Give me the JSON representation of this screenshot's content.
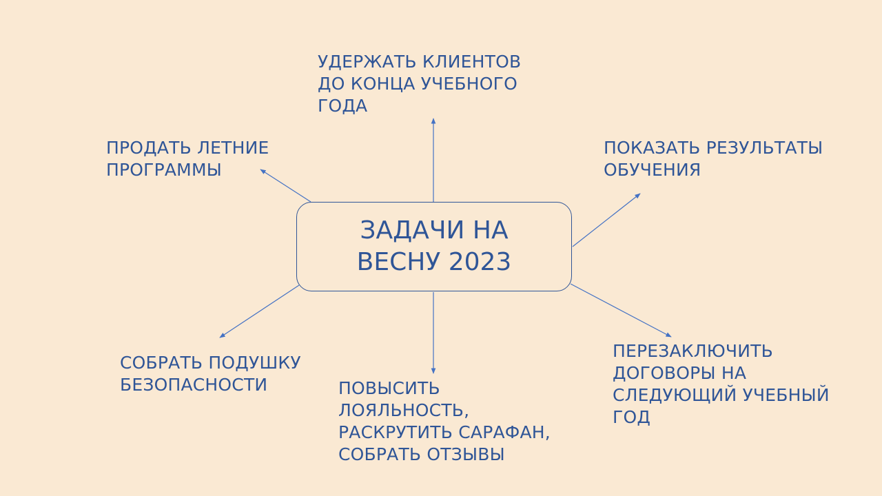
{
  "center": {
    "title": "ЗАДАЧИ НА\nВЕСНУ 2023"
  },
  "tasks": [
    {
      "text": "УДЕРЖАТЬ КЛИЕНТОВ\nДО КОНЦА УЧЕБНОГО\nГОДА"
    },
    {
      "text": "ПРОДАТЬ ЛЕТНИЕ\nПРОГРАММЫ"
    },
    {
      "text": "ПОКАЗАТЬ РЕЗУЛЬТАТЫ\nОБУЧЕНИЯ"
    },
    {
      "text": "СОБРАТЬ ПОДУШКУ\nБЕЗОПАСНОСТИ"
    },
    {
      "text": "ПОВЫСИТЬ\nЛОЯЛЬНОСТЬ,\nРАСКРУТИТЬ САРАФАН,\nСОБРАТЬ ОТЗЫВЫ"
    },
    {
      "text": "ПЕРЕЗАКЛЮЧИТЬ\nДОГОВОРЫ НА\nСЛЕДУЮЩИЙ УЧЕБНЫЙ\nГОД"
    }
  ],
  "colors": {
    "background": "#FAE9D3",
    "text": "#2F5597",
    "connector": "#4472C4"
  }
}
